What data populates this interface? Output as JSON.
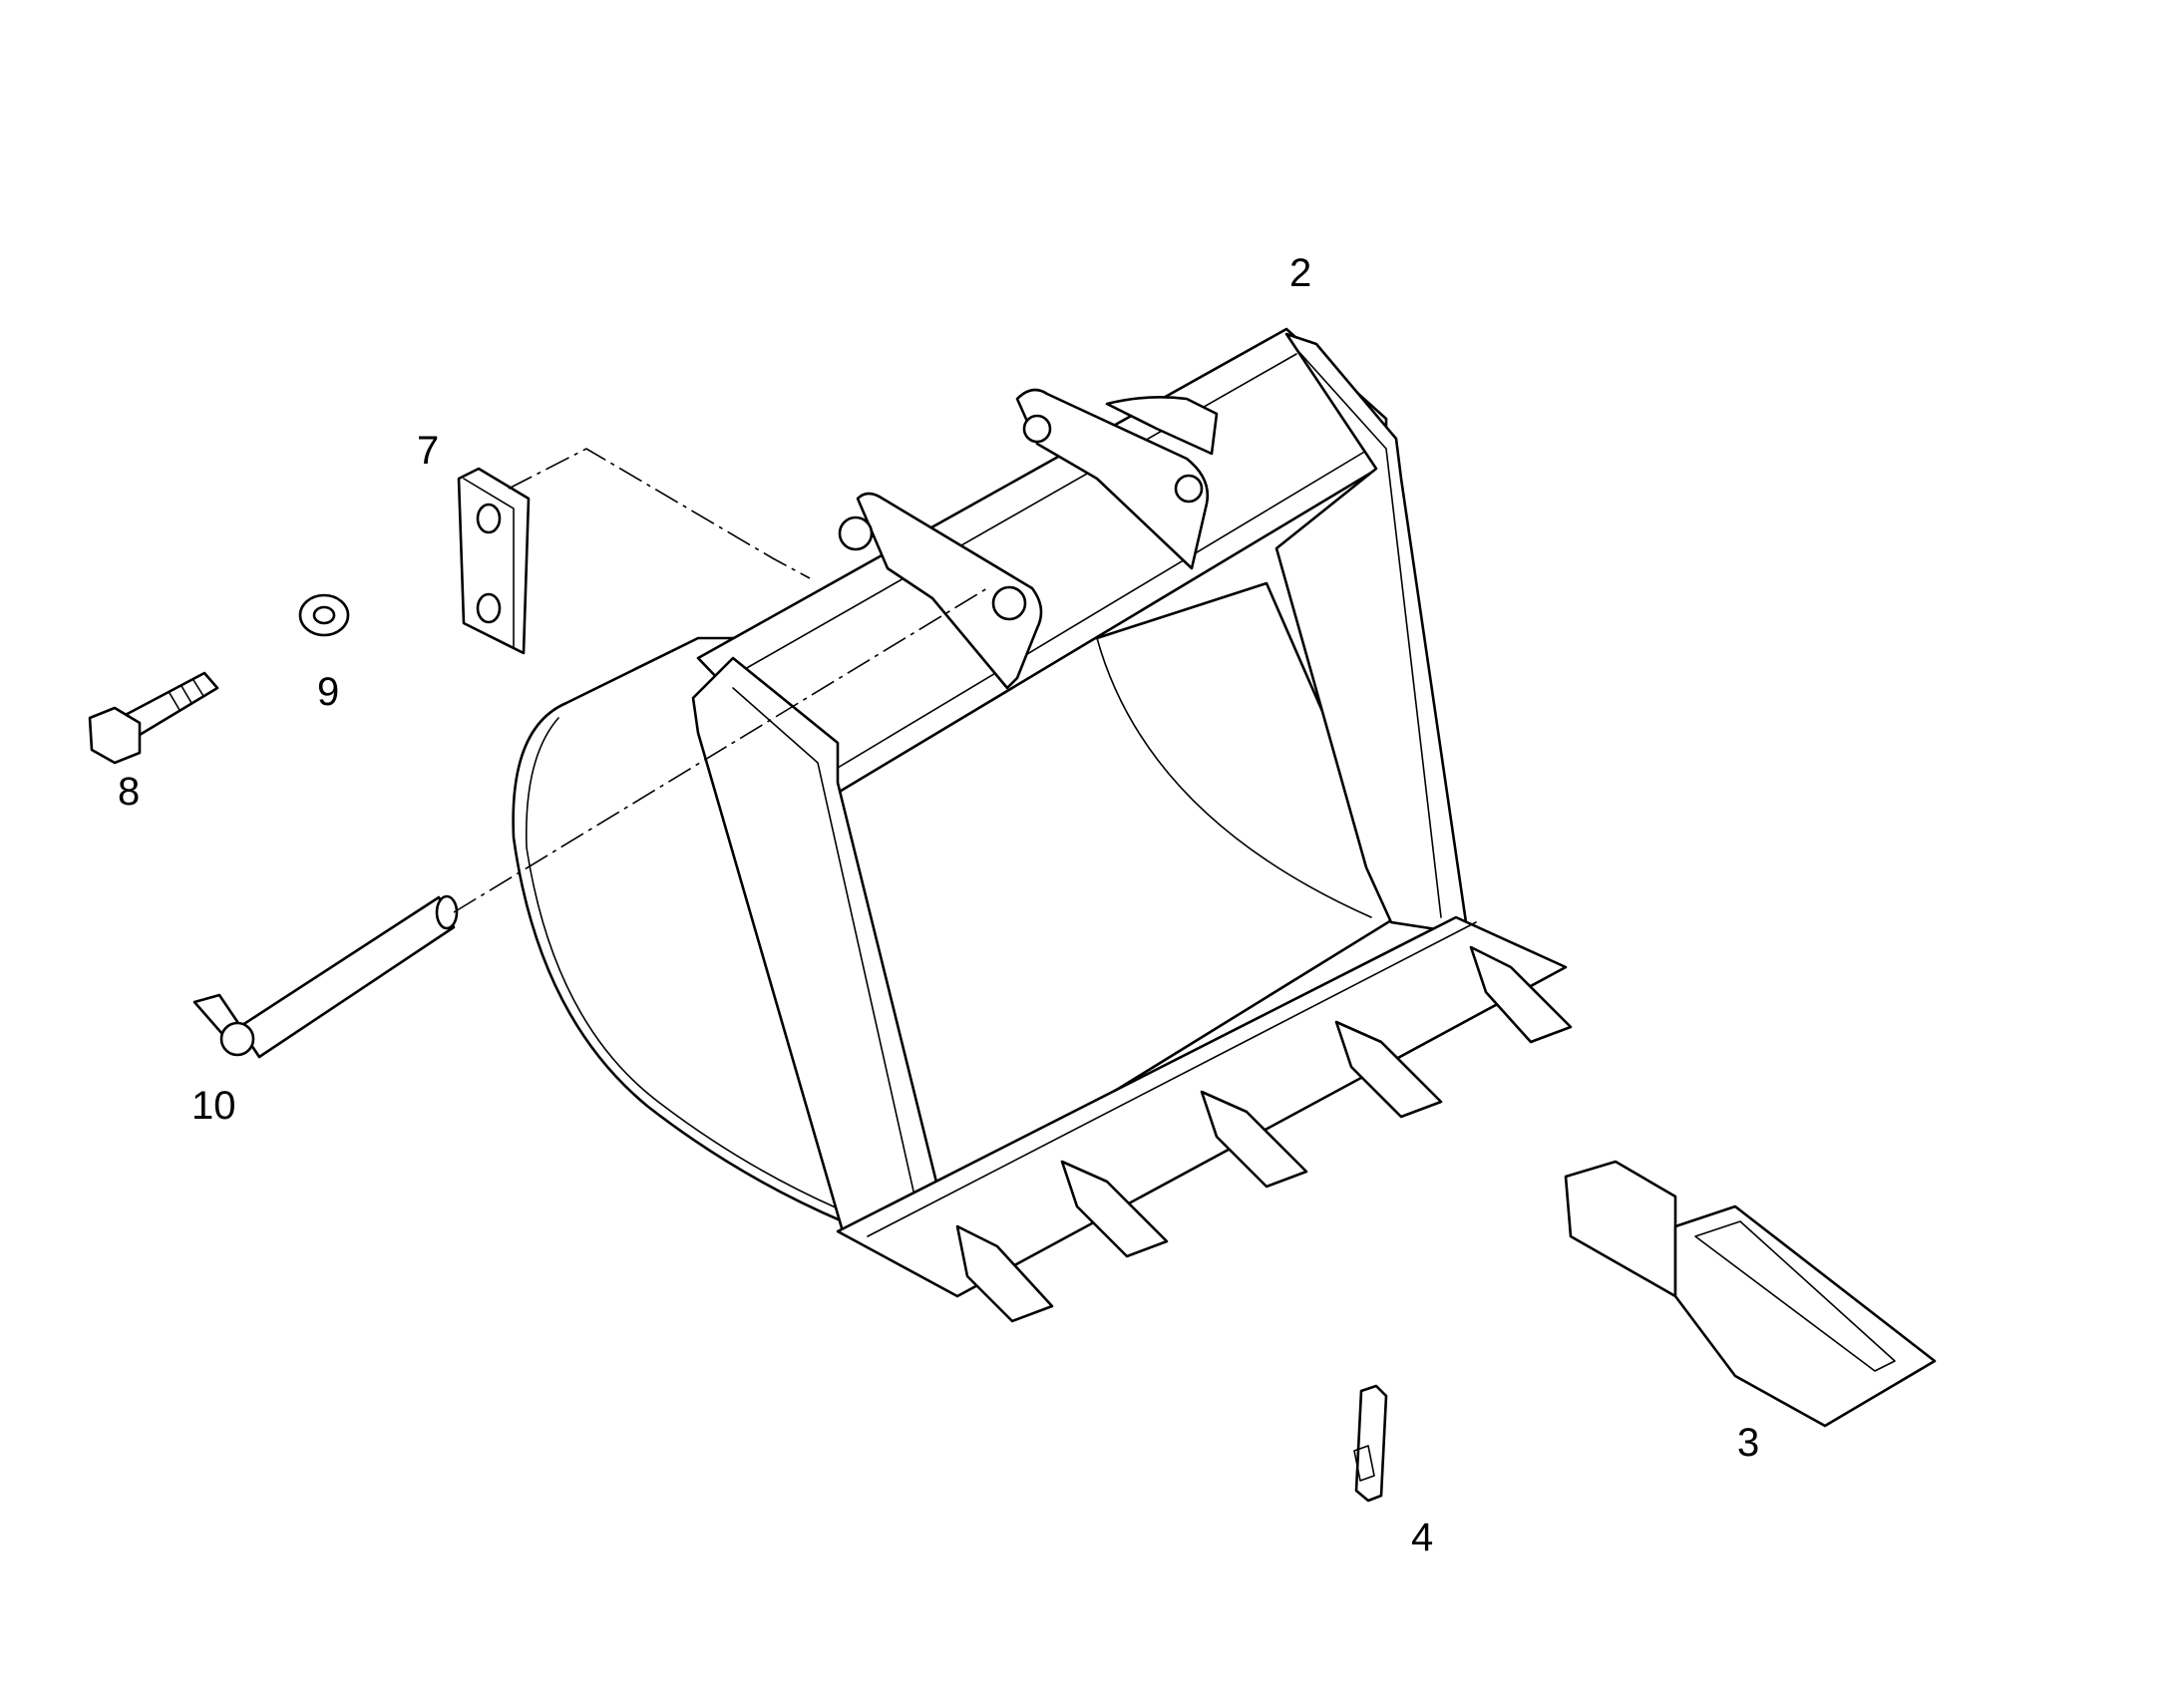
{
  "callouts": {
    "bucket": "2",
    "tooth": "3",
    "pin_retainer": "4",
    "plate": "7",
    "bolt": "8",
    "washer": "9",
    "pivot_pin": "10"
  },
  "colors": {
    "line": "#000000",
    "background": "#ffffff"
  }
}
